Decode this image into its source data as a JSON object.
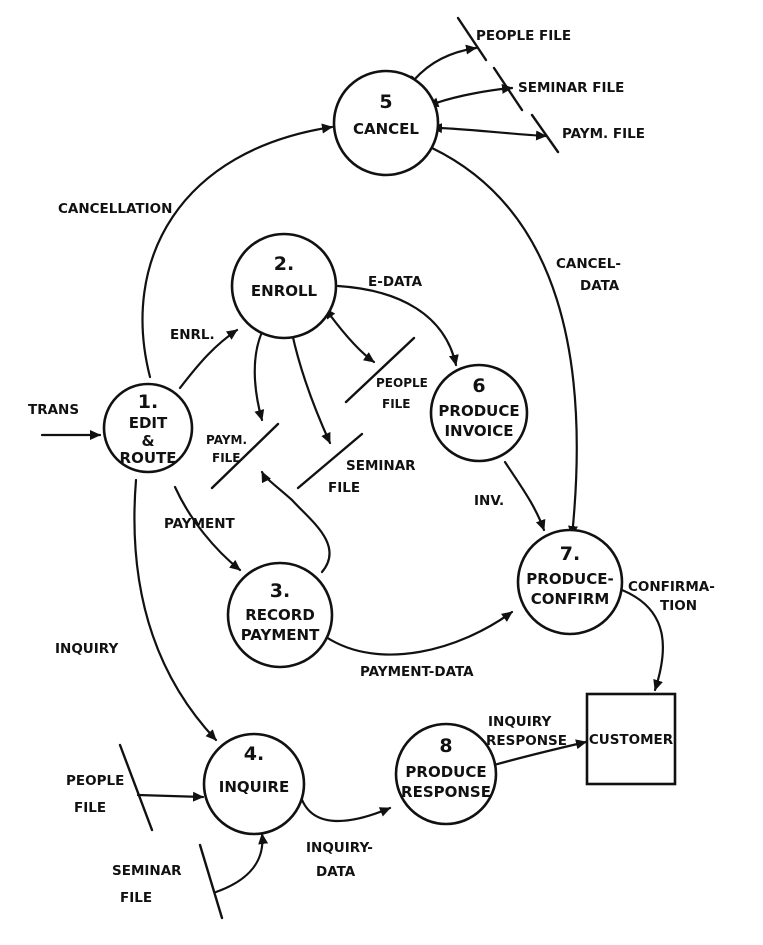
{
  "processes": {
    "p1": {
      "number": "1.",
      "line1": "EDIT",
      "line2": "&",
      "line3": "ROUTE"
    },
    "p2": {
      "number": "2.",
      "line1": "ENROLL"
    },
    "p3": {
      "number": "3.",
      "line1": "RECORD",
      "line2": "PAYMENT"
    },
    "p4": {
      "number": "4.",
      "line1": "INQUIRE"
    },
    "p5": {
      "number": "5",
      "line1": "CANCEL"
    },
    "p6": {
      "number": "6",
      "line1": "PRODUCE",
      "line2": "INVOICE"
    },
    "p7": {
      "number": "7.",
      "line1": "PRODUCE-",
      "line2": "CONFIRM"
    },
    "p8": {
      "number": "8",
      "line1": "PRODUCE",
      "line2": "RESPONSE"
    }
  },
  "external": {
    "customer": "CUSTOMER"
  },
  "stores": {
    "people_file_top": "PEOPLE FILE",
    "seminar_file_top": "SEMINAR FILE",
    "paym_file_top": "PAYM. FILE",
    "people_file_mid_1": "PEOPLE",
    "people_file_mid_2": "FILE",
    "paym_file_mid_1": "PAYM.",
    "paym_file_mid_2": "FILE",
    "seminar_file_mid_1": "SEMINAR",
    "seminar_file_mid_2": "FILE",
    "people_file_bot_1": "PEOPLE",
    "people_file_bot_2": "FILE",
    "seminar_file_bot_1": "SEMINAR",
    "seminar_file_bot_2": "FILE"
  },
  "flows": {
    "trans": "TRANS",
    "cancellation": "CANCELLATION",
    "enrl": "ENRL.",
    "e_data": "E-DATA",
    "cancel_data_1": "CANCEL-",
    "cancel_data_2": "DATA",
    "payment": "PAYMENT",
    "inv": "INV.",
    "confirmation_1": "CONFIRMA-",
    "confirmation_2": "TION",
    "payment_data": "PAYMENT-DATA",
    "inquiry": "INQUIRY",
    "inquiry_response_1": "INQUIRY",
    "inquiry_response_2": "RESPONSE",
    "inquiry_data_1": "INQUIRY-",
    "inquiry_data_2": "DATA"
  }
}
